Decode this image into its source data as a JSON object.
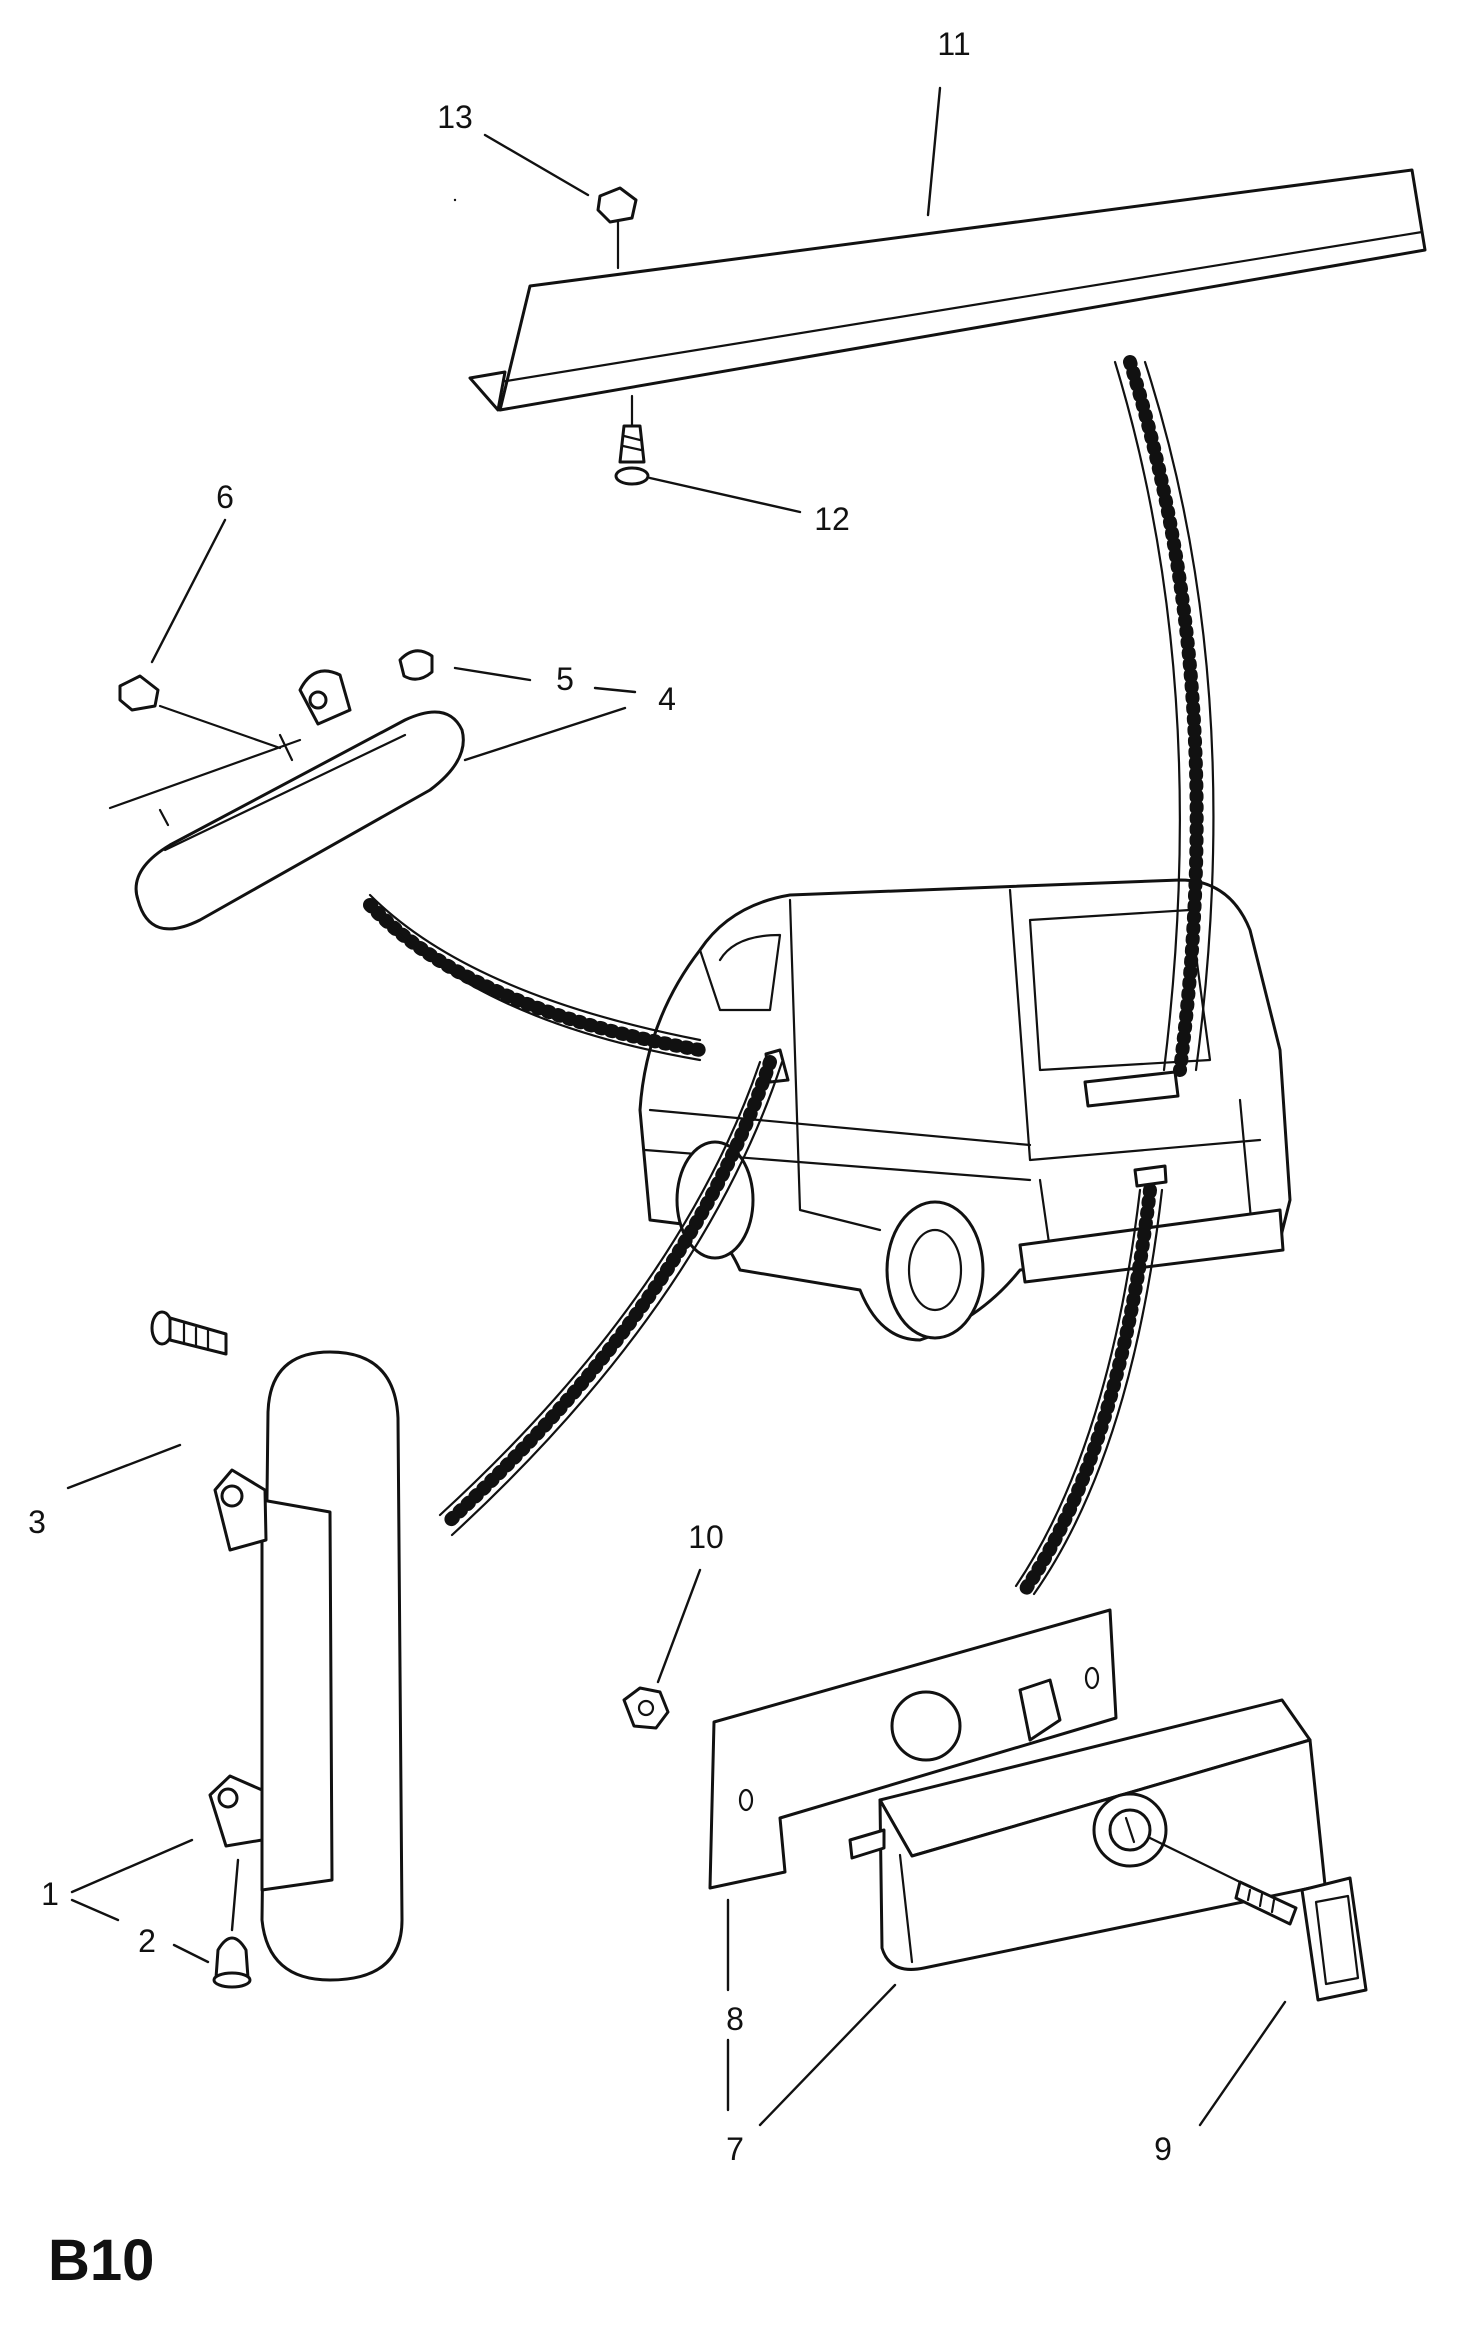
{
  "diagram_code": "B10",
  "callouts": [
    {
      "label": "1"
    },
    {
      "label": "2"
    },
    {
      "label": "3"
    },
    {
      "label": "4"
    },
    {
      "label": "5"
    },
    {
      "label": "6"
    },
    {
      "label": "7"
    },
    {
      "label": "8"
    },
    {
      "label": "9"
    },
    {
      "label": "10"
    },
    {
      "label": "11"
    },
    {
      "label": "12"
    },
    {
      "label": "13"
    }
  ]
}
